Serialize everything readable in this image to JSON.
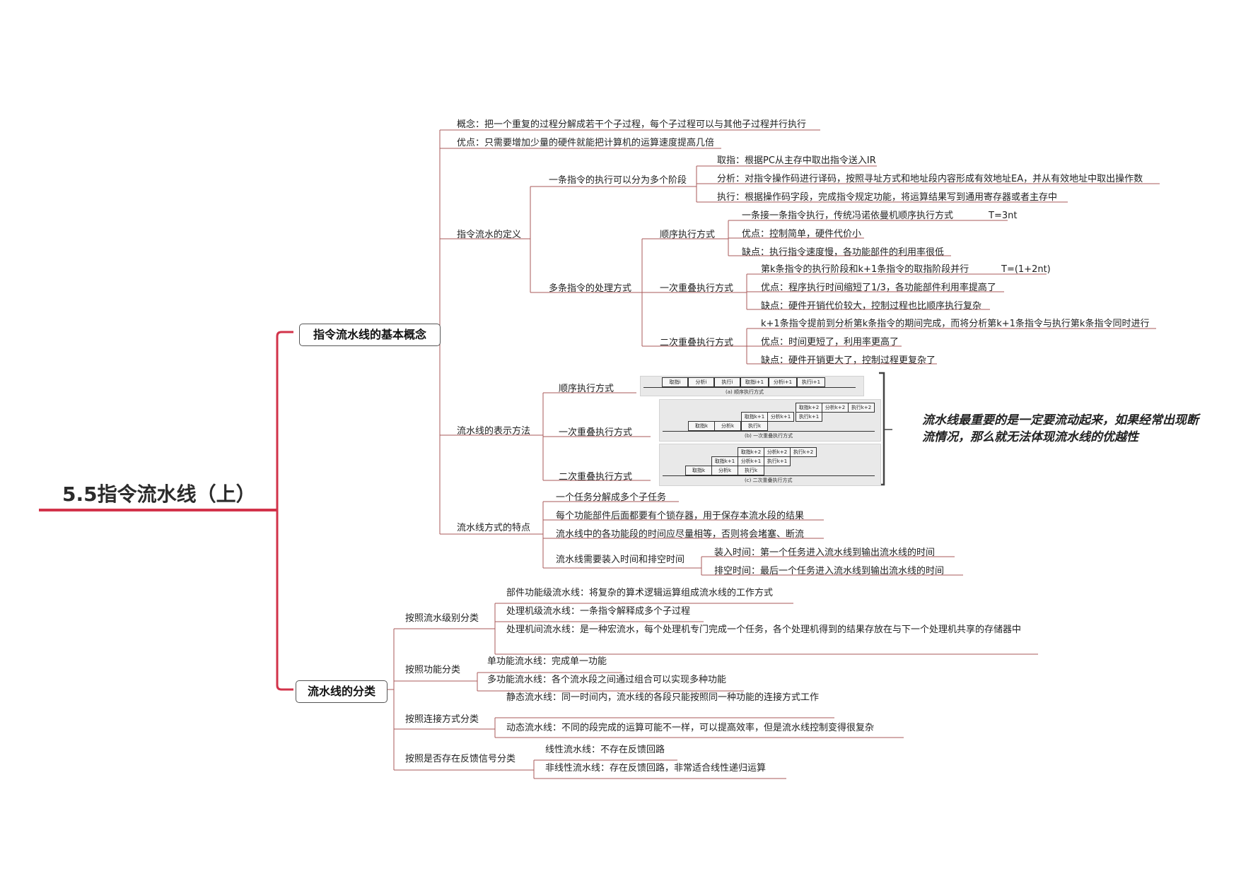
{
  "root": "5.5指令流水线（上）",
  "branch1": {
    "label": "指令流水线的基本概念",
    "concept": "概念：把一个重复的过程分解成若干个子过程，每个子过程可以与其他子过程并行执行",
    "advantage": "优点：只需要增加少量的硬件就能把计算机的运算速度提高几倍",
    "definition": {
      "label": "指令流水的定义",
      "stages": {
        "label": "一条指令的执行可以分为多个阶段",
        "fetch": "取指：根据PC从主存中取出指令送入IR",
        "analyze": "分析：对指令操作码进行译码，按照寻址方式和地址段内容形成有效地址EA，并从有效地址中取出操作数",
        "execute": "执行：根据操作码字段，完成指令规定功能，将运算结果写到通用寄存器或者主存中"
      },
      "multi": {
        "label": "多条指令的处理方式",
        "seq": {
          "label": "顺序执行方式",
          "desc": "一条接一条指令执行，传统冯诺依曼机顺序执行方式",
          "formula": "T=3nt",
          "pro": "优点：控制简单，硬件代价小",
          "con": "缺点：执行指令速度慢，各功能部件的利用率很低"
        },
        "once": {
          "label": "一次重叠执行方式",
          "desc": "第k条指令的执行阶段和k+1条指令的取指阶段并行",
          "formula": "T=(1+2nt)",
          "pro": "优点：程序执行时间缩短了1/3，各功能部件利用率提高了",
          "con": "缺点：硬件开销代价较大，控制过程也比顺序执行复杂"
        },
        "twice": {
          "label": "二次重叠执行方式",
          "desc": "k+1条指令提前到分析第k条指令的期间完成，而将分析第k+1条指令与执行第k条指令同时进行",
          "pro": "优点：时间更短了，利用率更高了",
          "con": "缺点：硬件开销更大了，控制过程更复杂了"
        }
      }
    },
    "repr": {
      "label": "流水线的表示方法",
      "seq": "顺序执行方式",
      "once": "一次重叠执行方式",
      "twice": "二次重叠执行方式",
      "diagA": {
        "cells": [
          "取指i",
          "分析i",
          "执行i",
          "取指i+1",
          "分析i+1",
          "执行i+1"
        ],
        "caption": "(a) 顺序执行方式"
      },
      "diagB": {
        "row1": [
          "取指k+2",
          "分析k+2",
          "执行k+2"
        ],
        "row2": [
          "取指k+1",
          "分析k+1",
          "执行k+1"
        ],
        "row3": [
          "取指k",
          "分析k",
          "执行k"
        ],
        "caption": "(b) 一次重叠执行方式"
      },
      "diagC": {
        "row1": [
          "取指k+2",
          "分析k+2",
          "执行k+2"
        ],
        "row2": [
          "取指k+1",
          "分析k+1",
          "执行k+1"
        ],
        "row3": [
          "取指k",
          "分析k",
          "执行k"
        ],
        "caption": "(c) 二次重叠执行方式"
      },
      "note": "流水线最重要的是一定要流动起来，如果经常出现断流情况，那么就无法体现流水线的优越性"
    },
    "features": {
      "label": "流水线方式的特点",
      "f1": "一个任务分解成多个子任务",
      "f2": "每个功能部件后面都要有个锁存器，用于保存本流水段的结果",
      "f3": "流水线中的各功能段的时间应尽量相等，否则将会堵塞、断流",
      "f4": {
        "label": "流水线需要装入时间和排空时间",
        "load": "装入时间：第一个任务进入流水线到输出流水线的时间",
        "drain": "排空时间：最后一个任务进入流水线到输出流水线的时间"
      }
    }
  },
  "branch2": {
    "label": "流水线的分类",
    "level": {
      "label": "按照流水级别分类",
      "a": "部件功能级流水线：将复杂的算术逻辑运算组成流水线的工作方式",
      "b": "处理机级流水线：一条指令解释成多个子过程",
      "c": "处理机间流水线：是一种宏流水，每个处理机专门完成一个任务，各个处理机得到的结果存放在与下一个处理机共享的存储器中"
    },
    "func": {
      "label": "按照功能分类",
      "a": "单功能流水线：完成单一功能",
      "b": "多功能流水线：各个流水段之间通过组合可以实现多种功能"
    },
    "conn": {
      "label": "按照连接方式分类",
      "a": "静态流水线：同一时间内，流水线的各段只能按照同一种功能的连接方式工作",
      "b": "动态流水线：不同的段完成的运算可能不一样，可以提高效率，但是流水线控制变得很复杂"
    },
    "feedback": {
      "label": "按照是否存在反馈信号分类",
      "a": "线性流水线：不存在反馈回路",
      "b": "非线性流水线：存在反馈回路，非常适合线性递归运算"
    }
  },
  "colors": {
    "root_line": "#d2334a",
    "line": "#a85a5a"
  }
}
